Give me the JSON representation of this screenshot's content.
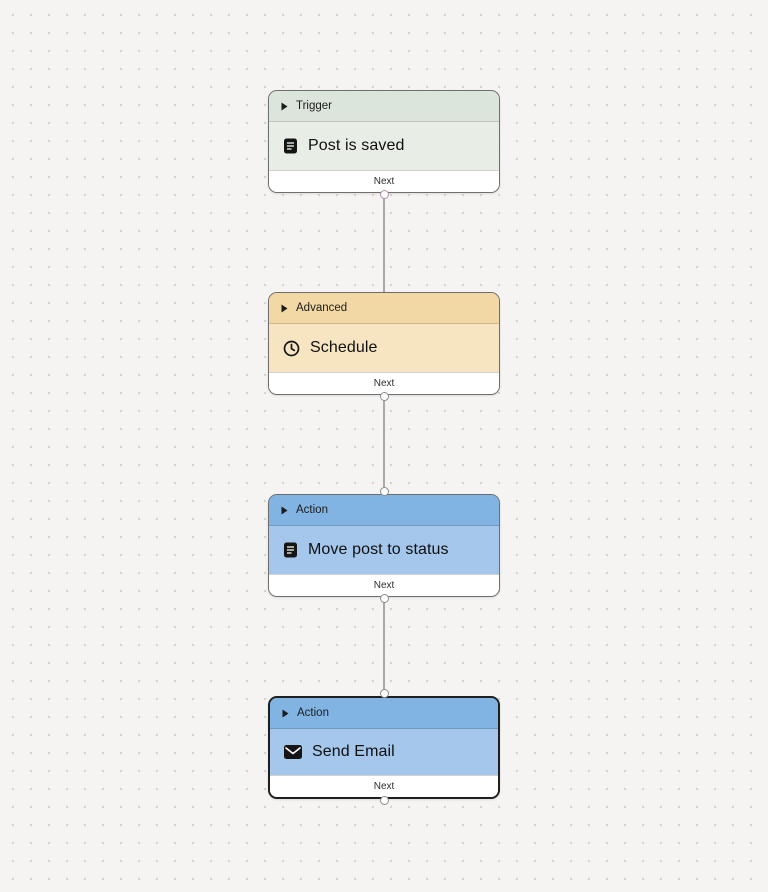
{
  "canvas": {
    "background_color": "#f5f4f2",
    "dot_color": "#d6d4d0"
  },
  "edge_color": "#a9a9a9",
  "port": {
    "fill": "#ffffff",
    "stroke": "#8c8c8c",
    "trigger_stroke": "#b18fb1"
  },
  "nodes": [
    {
      "category": "Trigger",
      "title": "Post is saved",
      "icon": "document-icon",
      "next_label": "Next",
      "header_color": "#dce5db",
      "body_color": "#e8eee6",
      "border_color": "#6e6e6e",
      "selected": false
    },
    {
      "category": "Advanced",
      "title": "Schedule",
      "icon": "clock-icon",
      "next_label": "Next",
      "header_color": "#f2d8a4",
      "body_color": "#f7e5c1",
      "border_color": "#6e6e6e",
      "selected": false
    },
    {
      "category": "Action",
      "title": "Move post to status",
      "icon": "document-icon",
      "next_label": "Next",
      "header_color": "#81b4e2",
      "body_color": "#a4c7eb",
      "border_color": "#6e6e6e",
      "selected": false
    },
    {
      "category": "Action",
      "title": "Send Email",
      "icon": "mail-icon",
      "next_label": "Next",
      "header_color": "#81b4e2",
      "body_color": "#a4c7eb",
      "border_color": "#1f1f1f",
      "selected": true
    }
  ]
}
